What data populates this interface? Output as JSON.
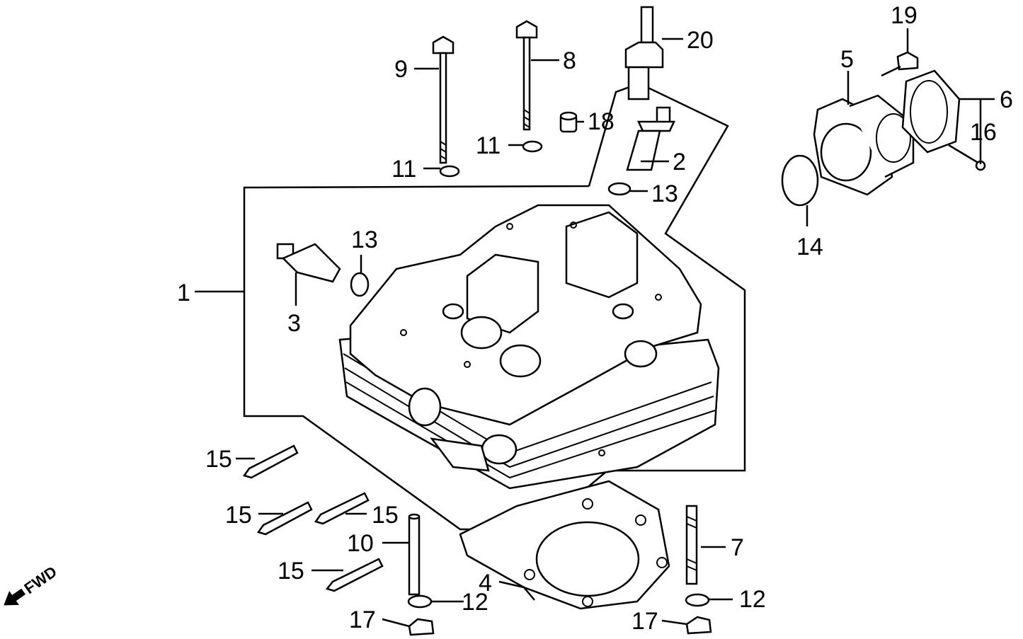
{
  "callouts": [
    {
      "id": "label-1",
      "text": "1"
    },
    {
      "id": "label-2",
      "text": "2"
    },
    {
      "id": "label-3",
      "text": "3"
    },
    {
      "id": "label-4",
      "text": "4"
    },
    {
      "id": "label-5",
      "text": "5"
    },
    {
      "id": "label-6",
      "text": "6"
    },
    {
      "id": "label-7",
      "text": "7"
    },
    {
      "id": "label-8",
      "text": "8"
    },
    {
      "id": "label-9",
      "text": "9"
    },
    {
      "id": "label-10",
      "text": "10"
    },
    {
      "id": "label-11a",
      "text": "11"
    },
    {
      "id": "label-11b",
      "text": "11"
    },
    {
      "id": "label-12a",
      "text": "12"
    },
    {
      "id": "label-12b",
      "text": "12"
    },
    {
      "id": "label-13a",
      "text": "13"
    },
    {
      "id": "label-13b",
      "text": "13"
    },
    {
      "id": "label-14",
      "text": "14"
    },
    {
      "id": "label-15a",
      "text": "15"
    },
    {
      "id": "label-15b",
      "text": "15"
    },
    {
      "id": "label-15c",
      "text": "15"
    },
    {
      "id": "label-15d",
      "text": "15"
    },
    {
      "id": "label-16",
      "text": "16"
    },
    {
      "id": "label-17a",
      "text": "17"
    },
    {
      "id": "label-17b",
      "text": "17"
    },
    {
      "id": "label-18",
      "text": "18"
    },
    {
      "id": "label-19",
      "text": "19"
    },
    {
      "id": "label-20",
      "text": "20"
    }
  ],
  "direction_marker": {
    "text": "FWD",
    "icon": "arrow-icon"
  }
}
